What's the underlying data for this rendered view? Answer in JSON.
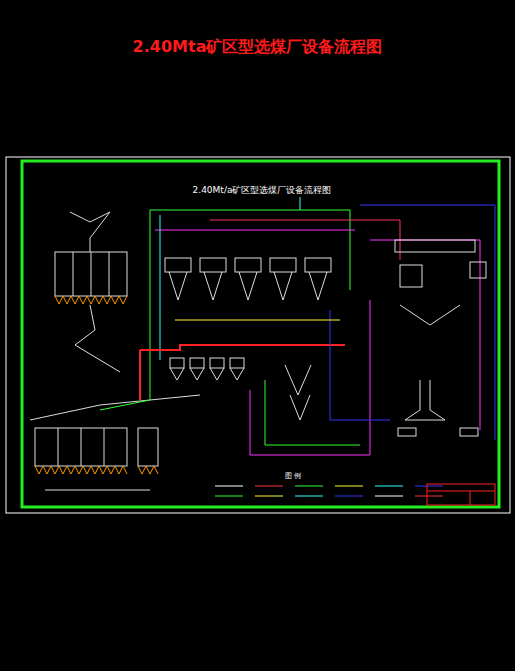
{
  "diagram": {
    "title": "2.40Mta矿区型选煤厂设备流程图",
    "labels": [
      "2.40Mt/a矿区型选煤厂设备流程图",
      "图 例"
    ]
  }
}
